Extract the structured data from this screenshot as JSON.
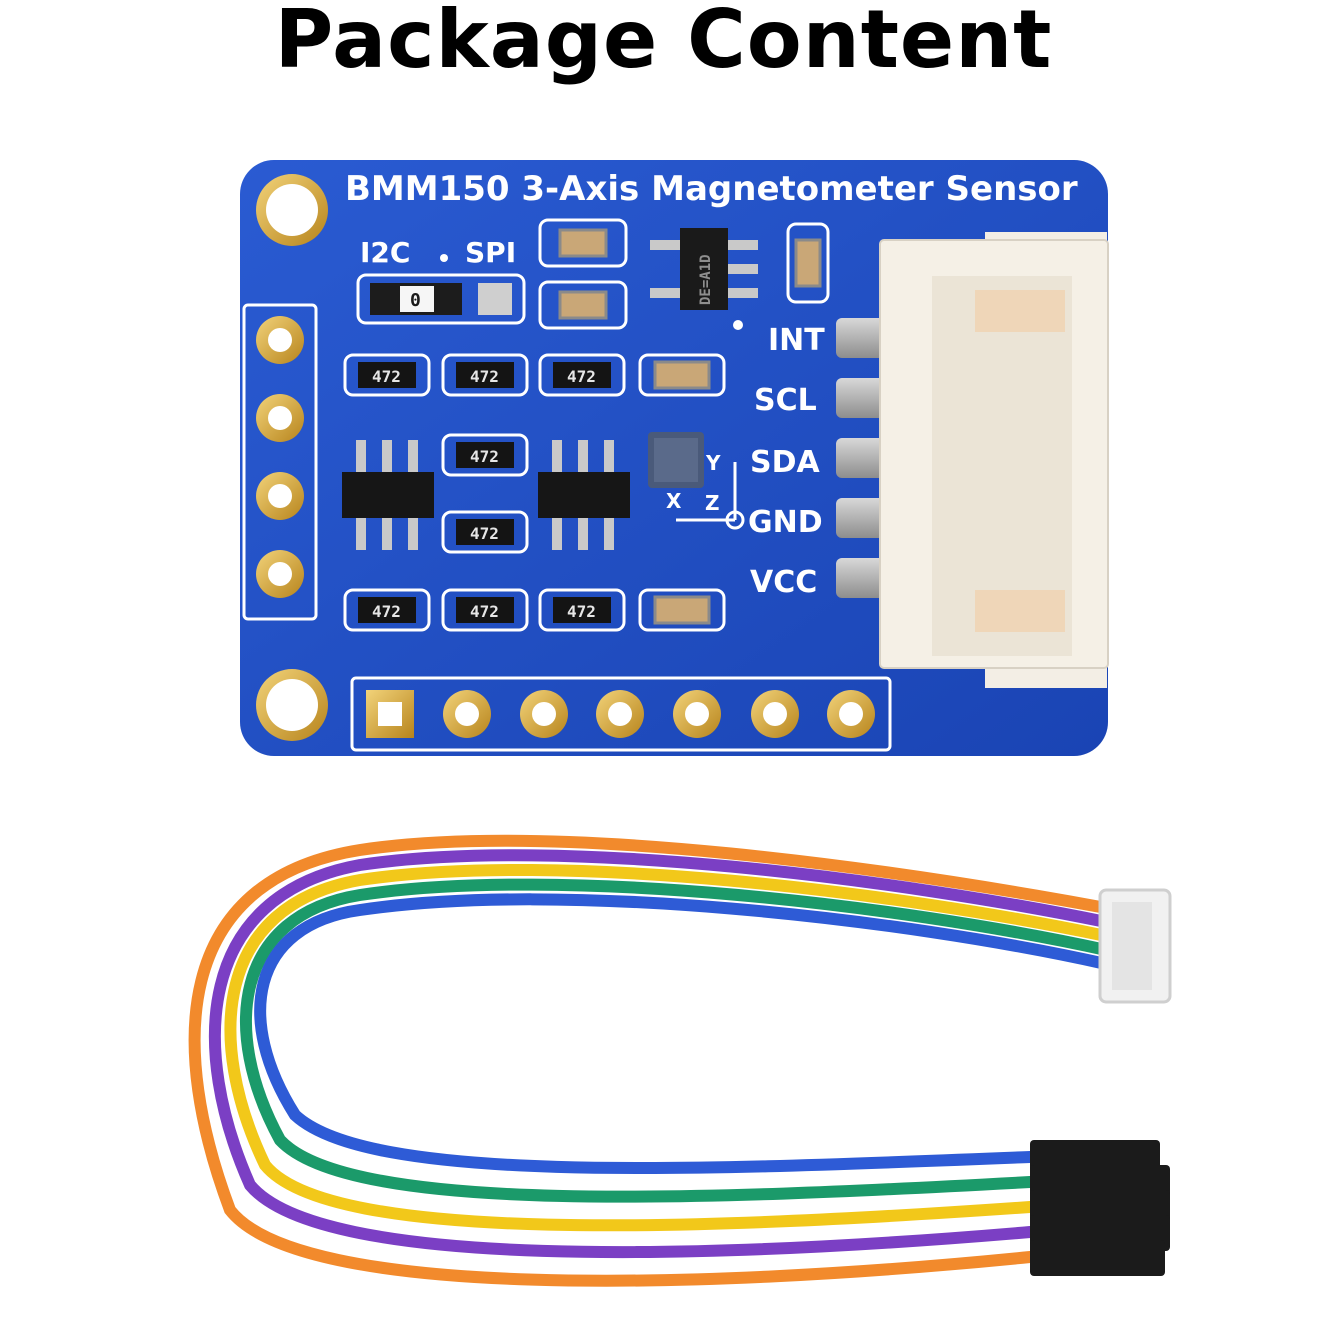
{
  "title": "Package Content",
  "board": {
    "name": "BMM150 3-Axis Magnetometer Sensor",
    "bus_labels": [
      "I2C",
      "SPI"
    ],
    "jumper_value": "0",
    "pins": [
      "INT",
      "SCL",
      "SDA",
      "GND",
      "VCC"
    ],
    "axis_labels": {
      "x": "X",
      "y": "Y",
      "z": "Z"
    },
    "resistor_code": "472",
    "regulator_mark": "DE=A1D",
    "colors": {
      "pcb": "#1f4fc4",
      "silkscreen": "#ffffff",
      "pad": "#d9a62c",
      "connector": "#f3eee5"
    }
  },
  "cable": {
    "wire_colors": [
      "#7b3fc4",
      "#f28a2c",
      "#2e5bd6",
      "#f2c81a",
      "#1b9a6a"
    ]
  }
}
